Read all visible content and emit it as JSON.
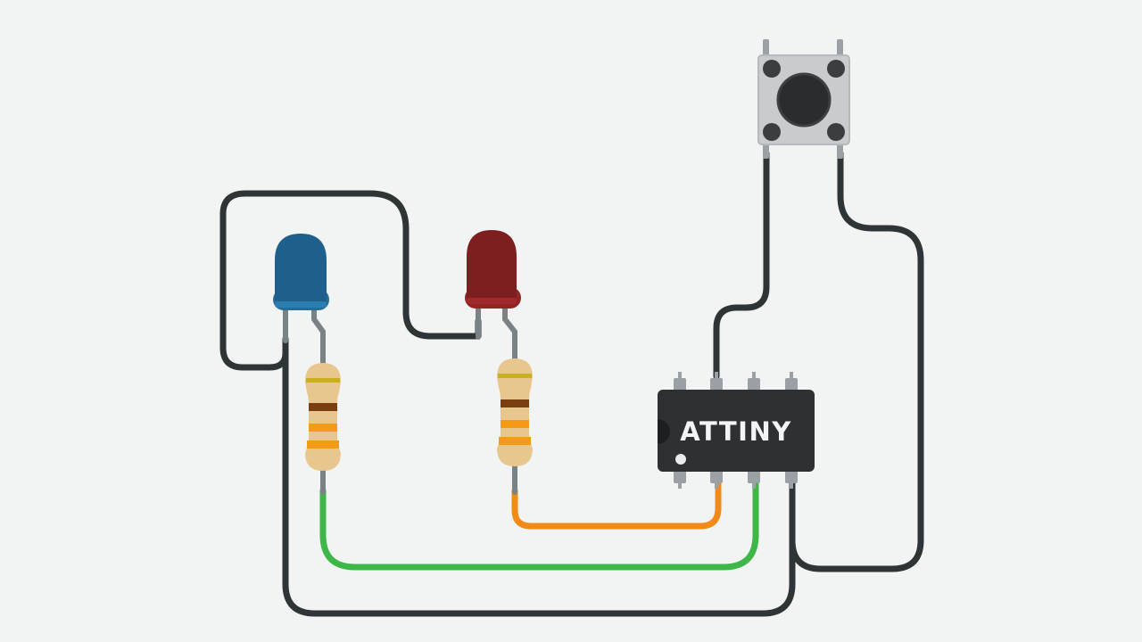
{
  "chip": {
    "label": "ATTINY"
  },
  "colors": {
    "background": "#f1f4f3",
    "wire_dark": "#2f3437",
    "wire_green": "#3fb648",
    "wire_orange": "#f28a1a",
    "led_blue": "#1f5f8b",
    "led_red": "#7e1f1f",
    "resistor_body": "#e8c78e",
    "chip_body": "#2d3133",
    "button_body": "#c9ccce"
  },
  "components": [
    {
      "id": "led-blue",
      "kind": "LED",
      "color": "blue"
    },
    {
      "id": "led-red",
      "kind": "LED",
      "color": "red"
    },
    {
      "id": "resistor-1",
      "kind": "resistor",
      "bands": [
        "yellow",
        "brown",
        "orange",
        "orange"
      ]
    },
    {
      "id": "resistor-2",
      "kind": "resistor",
      "bands": [
        "yellow",
        "brown",
        "orange",
        "orange"
      ]
    },
    {
      "id": "attiny",
      "kind": "IC",
      "pins": 8
    },
    {
      "id": "pushbutton",
      "kind": "push-button"
    }
  ]
}
